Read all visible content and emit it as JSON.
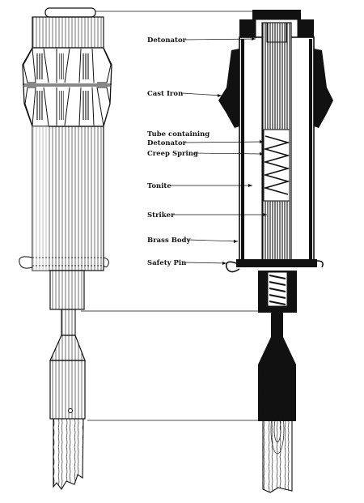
{
  "labels": [
    {
      "key": "detonator",
      "lines": [
        "Detonator"
      ]
    },
    {
      "key": "cast_iron",
      "lines": [
        "Cast Iron"
      ]
    },
    {
      "key": "tube_detonator",
      "lines": [
        "Tube containing",
        "Detonator"
      ]
    },
    {
      "key": "creep_spring",
      "lines": [
        "Creep Spring"
      ]
    },
    {
      "key": "tonite",
      "lines": [
        "Tonite"
      ]
    },
    {
      "key": "striker",
      "lines": [
        "Striker"
      ]
    },
    {
      "key": "brass_body",
      "lines": [
        "Brass Body"
      ]
    },
    {
      "key": "safety_pin",
      "lines": [
        "Safety Pin"
      ]
    }
  ],
  "colors": {
    "ink": "#111111",
    "paper": "#ffffff"
  }
}
